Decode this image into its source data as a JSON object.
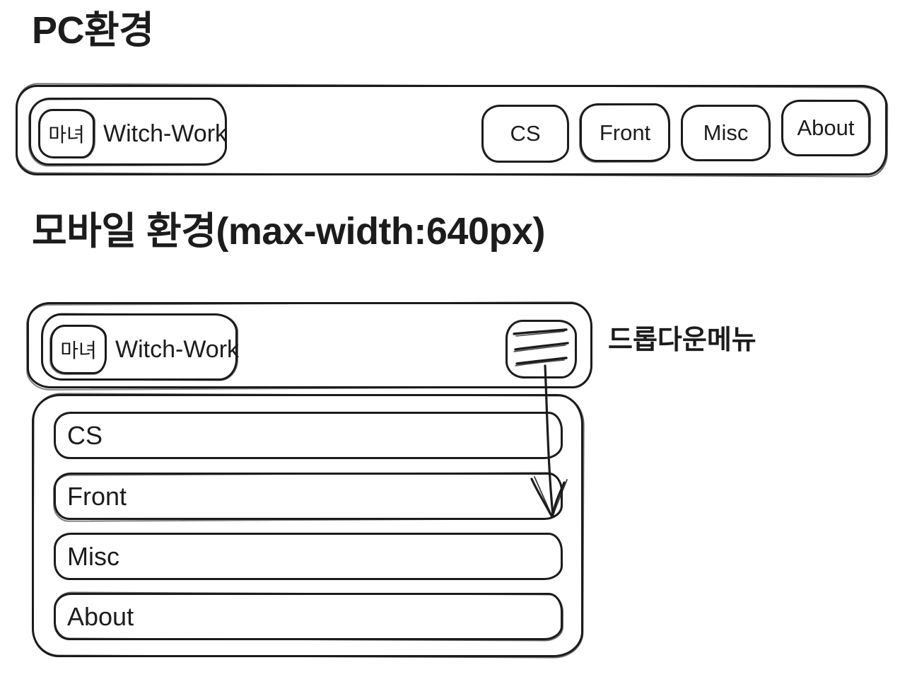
{
  "pc_section": {
    "title": "PC환경",
    "navbar": {
      "logo_badge": "마녀",
      "brand": "Witch-Work",
      "nav_items": [
        {
          "label": "CS"
        },
        {
          "label": "Front"
        },
        {
          "label": "Misc"
        },
        {
          "label": "About"
        }
      ]
    }
  },
  "mobile_section": {
    "title": "모바일 환경(max-width:640px)",
    "navbar": {
      "logo_badge": "마녀",
      "brand": "Witch-Work"
    },
    "hamburger_annotation": "드롭다운메뉴",
    "dropdown": {
      "items": [
        {
          "label": "CS"
        },
        {
          "label": "Front"
        },
        {
          "label": "Misc"
        },
        {
          "label": "About"
        }
      ]
    }
  },
  "icons": {
    "hamburger": "hamburger-menu-icon",
    "arrow": "down-arrow-connector"
  },
  "colors": {
    "ink": "#1c1c1c",
    "background": "#ffffff"
  }
}
